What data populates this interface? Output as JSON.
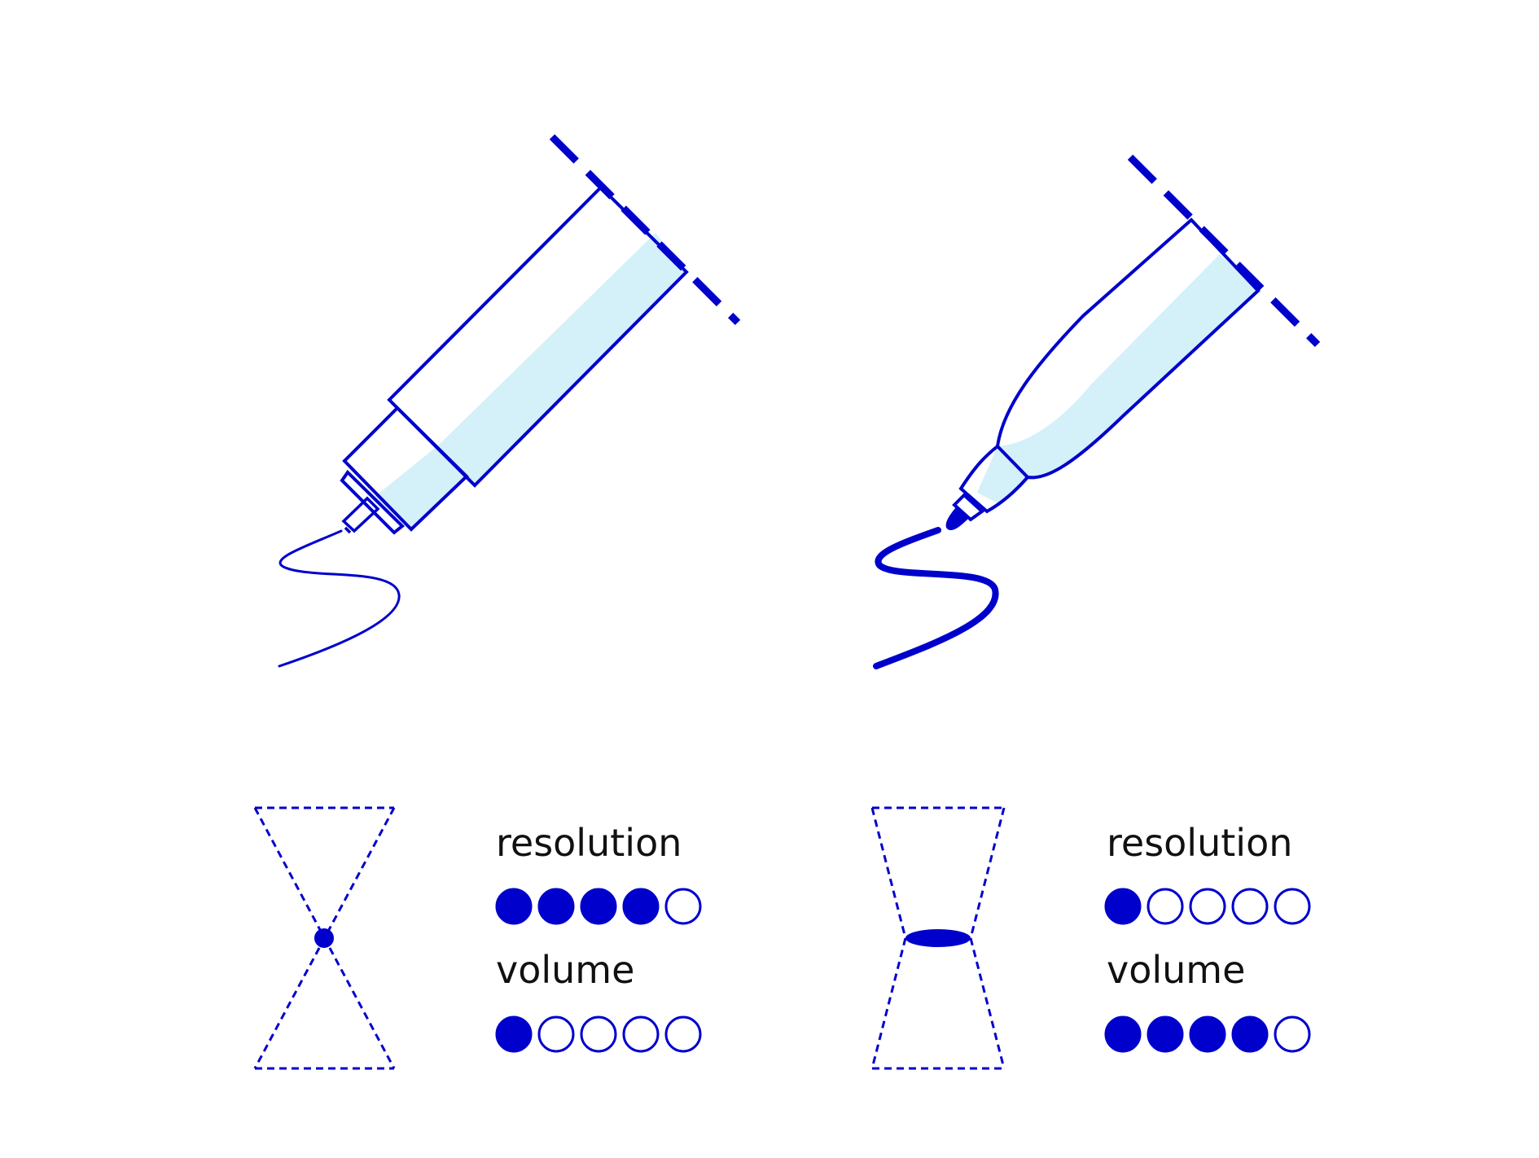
{
  "colors": {
    "ink": "#0000cc",
    "fill_light": "#d4f0f8",
    "text": "#111111",
    "background": "#ffffff"
  },
  "panels": [
    {
      "id": "fine-pen",
      "resolution_label": "resolution",
      "resolution_rating": 4,
      "volume_label": "volume",
      "volume_rating": 1,
      "rating_max": 5
    },
    {
      "id": "marker",
      "resolution_label": "resolution",
      "resolution_rating": 1,
      "volume_label": "volume",
      "volume_rating": 4,
      "rating_max": 5
    }
  ]
}
